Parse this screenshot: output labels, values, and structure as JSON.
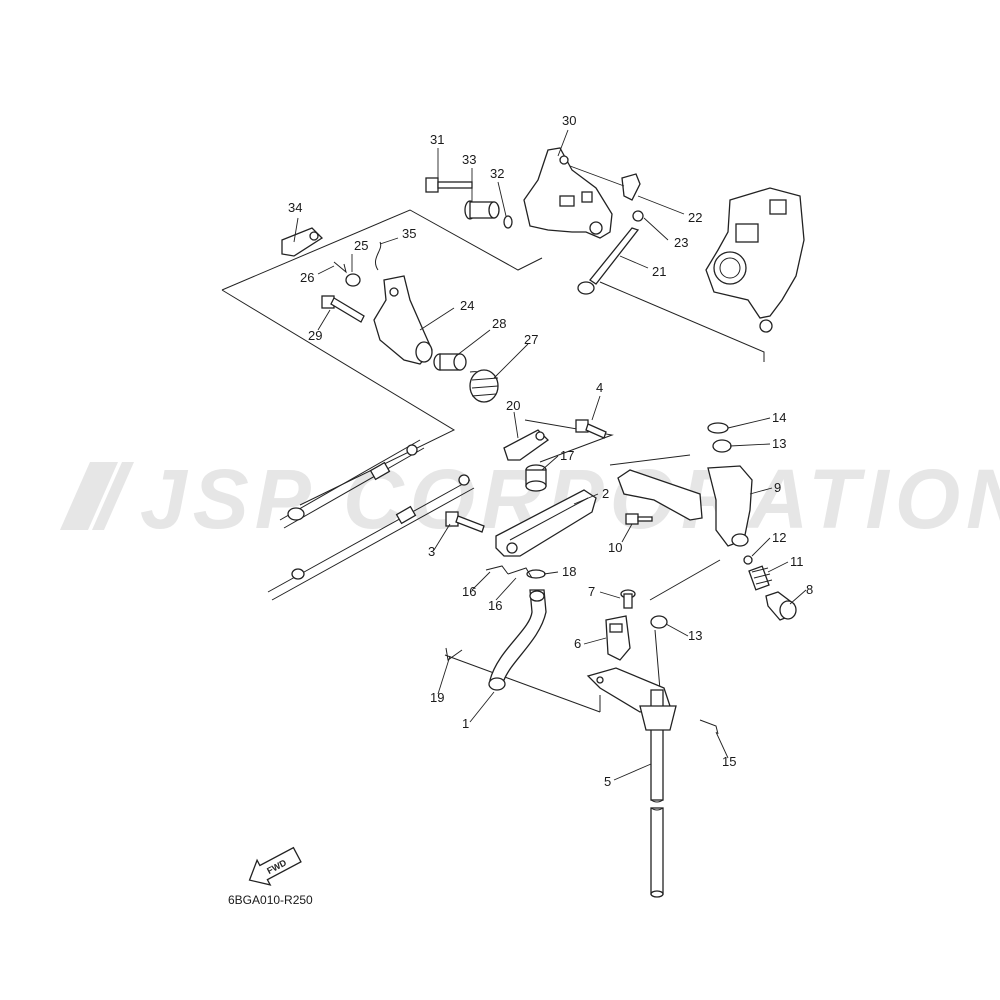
{
  "watermark": "JSP CORPORATION",
  "diagram_code": "6BGA010-R250",
  "fwd_arrow_label": "FWD",
  "callouts": {
    "c1": "1",
    "c2": "2",
    "c3": "3",
    "c4": "4",
    "c5": "5",
    "c6": "6",
    "c7": "7",
    "c8": "8",
    "c9": "9",
    "c10": "10",
    "c11": "11",
    "c12": "12",
    "c13a": "13",
    "c13b": "13",
    "c14": "14",
    "c15": "15",
    "c16a": "16",
    "c16b": "16",
    "c17": "17",
    "c18": "18",
    "c19": "19",
    "c20": "20",
    "c21": "21",
    "c22": "22",
    "c23": "23",
    "c24": "24",
    "c25": "25",
    "c26": "26",
    "c27": "27",
    "c28": "28",
    "c29": "29",
    "c30": "30",
    "c31": "31",
    "c32": "32",
    "c33": "33",
    "c34": "34",
    "c35": "35"
  }
}
